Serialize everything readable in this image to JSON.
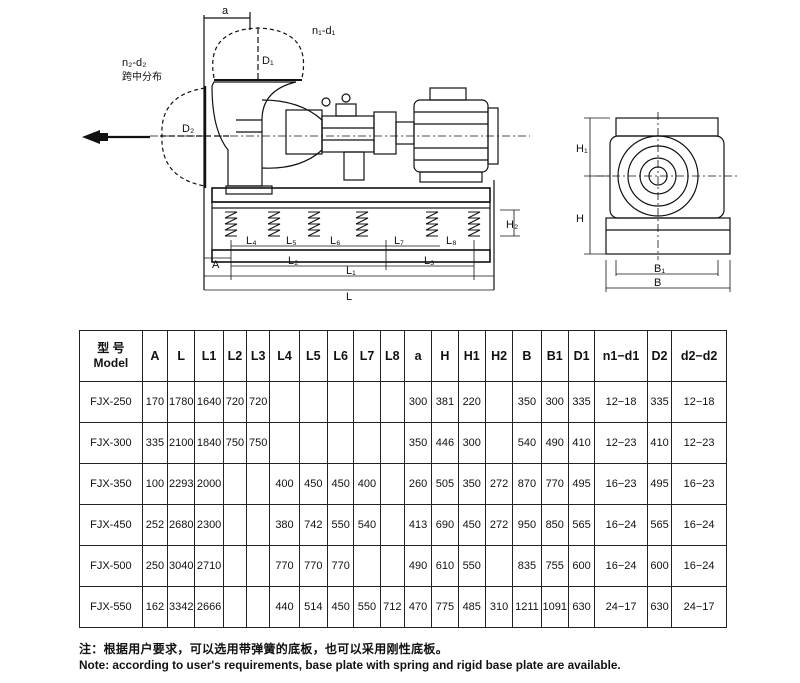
{
  "drawing": {
    "labels": {
      "a": "a",
      "n1d1": "n₁-d₁",
      "n2d2": "n₂-d₂",
      "straddle": "跨中分布",
      "D1": "D₁",
      "D2": "D₂",
      "A": "A",
      "L4": "L₄",
      "L5": "L₅",
      "L6": "L₆",
      "L7": "L₇",
      "L8": "L₈",
      "L2": "L₂",
      "L3": "L₃",
      "L1": "L₁",
      "L": "L",
      "H2": "H₂",
      "H1": "H₁",
      "H": "H",
      "B1": "B₁",
      "B": "B"
    }
  },
  "table": {
    "model_cn": "型 号",
    "model_en": "Model",
    "headers": [
      "A",
      "L",
      "L1",
      "L2",
      "L3",
      "L4",
      "L5",
      "L6",
      "L7",
      "L8",
      "a",
      "H",
      "H1",
      "H2",
      "B",
      "B1",
      "D1",
      "n1−d1",
      "D2",
      "d2−d2"
    ],
    "rows": [
      [
        "FJX-250",
        "170",
        "1780",
        "1640",
        "720",
        "720",
        "",
        "",
        "",
        "",
        "",
        "300",
        "381",
        "220",
        "",
        "350",
        "300",
        "335",
        "12−18",
        "335",
        "12−18"
      ],
      [
        "FJX-300",
        "335",
        "2100",
        "1840",
        "750",
        "750",
        "",
        "",
        "",
        "",
        "",
        "350",
        "446",
        "300",
        "",
        "540",
        "490",
        "410",
        "12−23",
        "410",
        "12−23"
      ],
      [
        "FJX-350",
        "100",
        "2293",
        "2000",
        "",
        "",
        "400",
        "450",
        "450",
        "400",
        "",
        "260",
        "505",
        "350",
        "272",
        "870",
        "770",
        "495",
        "16−23",
        "495",
        "16−23"
      ],
      [
        "FJX-450",
        "252",
        "2680",
        "2300",
        "",
        "",
        "380",
        "742",
        "550",
        "540",
        "",
        "413",
        "690",
        "450",
        "272",
        "950",
        "850",
        "565",
        "16−24",
        "565",
        "16−24"
      ],
      [
        "FJX-500",
        "250",
        "3040",
        "2710",
        "",
        "",
        "770",
        "770",
        "770",
        "",
        "",
        "490",
        "610",
        "550",
        "",
        "835",
        "755",
        "600",
        "16−24",
        "600",
        "16−24"
      ],
      [
        "FJX-550",
        "162",
        "3342",
        "2666",
        "",
        "",
        "440",
        "514",
        "450",
        "550",
        "712",
        "470",
        "775",
        "485",
        "310",
        "1211",
        "1091",
        "630",
        "24−17",
        "630",
        "24−17"
      ]
    ]
  },
  "notes": {
    "cn": "注：根据用户要求，可以选用带弹簧的底板，也可以采用刚性底板。",
    "en": "Note: according to user's requirements, base plate with spring and rigid base plate are available."
  }
}
